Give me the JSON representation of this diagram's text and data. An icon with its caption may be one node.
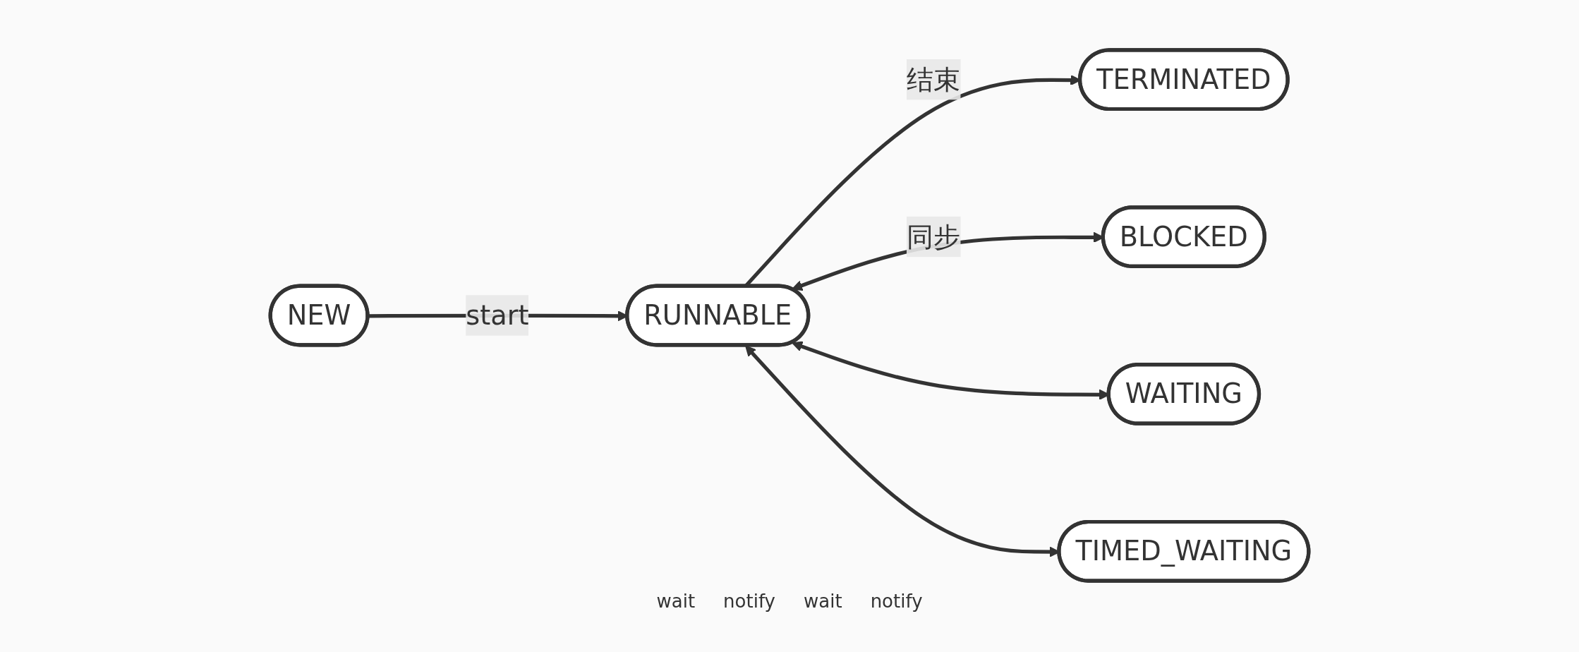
{
  "diagram": {
    "nodes": [
      {
        "text": [
          "NEW"
        ]
      },
      {
        "text": [
          "RUNNABLE"
        ]
      },
      {
        "text": [
          "TERMINATED"
        ]
      },
      {
        "text": [
          "BLOCKED"
        ]
      },
      {
        "text": [
          "WAITING"
        ]
      },
      {
        "text": [
          "TIMED_WAITING"
        ]
      }
    ],
    "edges": [
      {
        "from": 0,
        "to": 1,
        "arrow": "to",
        "label": "start"
      },
      {
        "from": 1,
        "to": 2,
        "arrow": "to",
        "label": "结束"
      },
      {
        "from": 1,
        "to": 3,
        "arrow": "both",
        "label": "同步"
      },
      {
        "from": 1,
        "to": 4,
        "arrow": "both"
      },
      {
        "from": 1,
        "to": 5,
        "arrow": "both"
      }
    ],
    "labels": [
      "wait",
      "notify",
      "wait",
      "notify"
    ]
  }
}
